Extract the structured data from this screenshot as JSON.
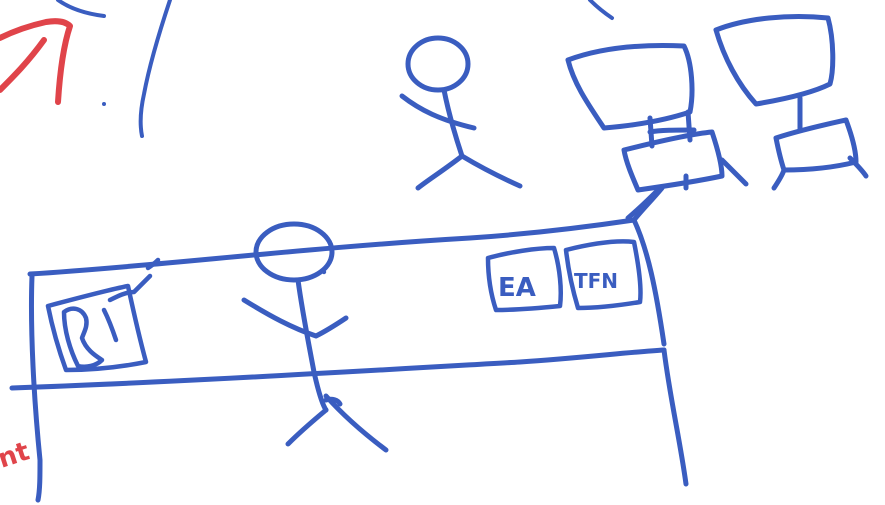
{
  "colors": {
    "ink_blue": "#3a5dc0",
    "ink_red": "#e0444a",
    "paper": "#ffffff"
  },
  "labels": {
    "sign_left": "EA",
    "sign_right": "TFN",
    "margin_text": "nt"
  },
  "icons": {
    "phone": "phone-icon",
    "figures": "stick-figure-icon",
    "monitors": "monitor-icon"
  }
}
